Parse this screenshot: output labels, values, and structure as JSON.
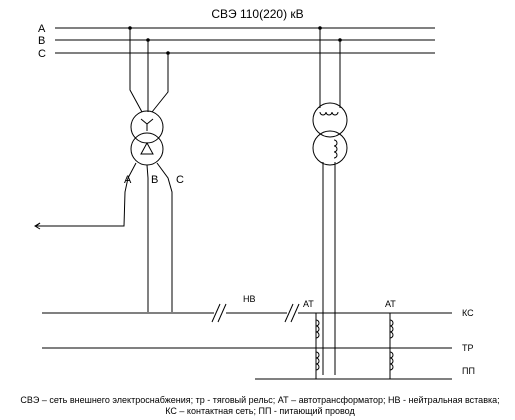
{
  "title": "СВЭ 110(220) кВ",
  "phases": [
    "A",
    "B",
    "C"
  ],
  "transformer_terminals": [
    "A",
    "B",
    "C"
  ],
  "labels": {
    "nv": "НВ",
    "at1": "АТ",
    "at2": "АТ",
    "ks": "КС",
    "tr": "ТР",
    "pp": "ПП"
  },
  "caption": "СВЭ – сеть внешнего электроснабжения; тр - тяговый рельс; АТ – автотрансформатор; НВ - нейтральная вставка; КС – контактная сеть; ПП - питающий провод"
}
